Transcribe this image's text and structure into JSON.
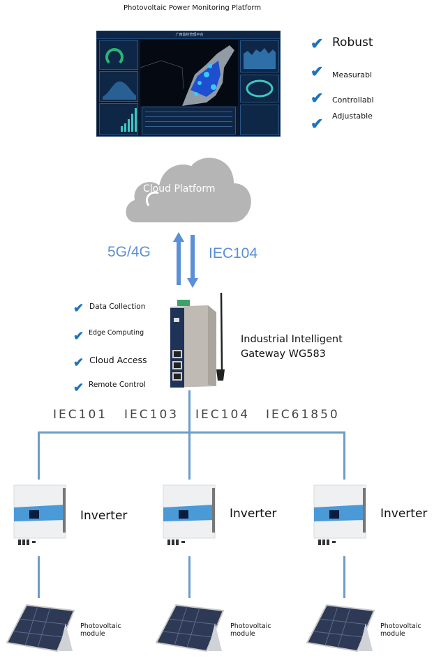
{
  "title": "Photovoltaic Power Monitoring Platform",
  "dashboard": {
    "header": "广西监控管理平台",
    "icon": "monitoring-dashboard-screenshot"
  },
  "features_top": [
    {
      "label": "Robust",
      "icon": "checkmark-icon"
    },
    {
      "label": "Measurabl",
      "icon": "checkmark-icon"
    },
    {
      "label": "Controllabl",
      "icon": "checkmark-icon"
    },
    {
      "label": "Adjustable",
      "icon": "checkmark-icon"
    }
  ],
  "cloud": {
    "label": "Cloud Platform",
    "icon": "cloud-icon"
  },
  "uplink": {
    "left_label": "5G/4G",
    "right_label": "IEC104",
    "icon": "bidirectional-arrow-icon"
  },
  "gateway_features": [
    {
      "label": "Data Collection",
      "icon": "checkmark-icon"
    },
    {
      "label": "Edge Computing",
      "icon": "checkmark-icon"
    },
    {
      "label": "Cloud Access",
      "icon": "checkmark-icon"
    },
    {
      "label": "Remote Control",
      "icon": "checkmark-icon"
    }
  ],
  "gateway": {
    "line1": "Industrial Intelligent",
    "line2": "Gateway WG583",
    "icon": "gateway-device-icon"
  },
  "protocols": [
    "IEC101",
    "IEC103",
    "IEC104",
    "IEC61850"
  ],
  "inverters": [
    {
      "label": "Inverter",
      "icon": "inverter-icon"
    },
    {
      "label": "Inverter",
      "icon": "inverter-icon"
    },
    {
      "label": "Inverter",
      "icon": "inverter-icon"
    }
  ],
  "modules": [
    {
      "line1": "Photovoltaic",
      "line2": "module",
      "icon": "solar-panel-icon"
    },
    {
      "line1": "Photovoltaic",
      "line2": "module",
      "icon": "solar-panel-icon"
    },
    {
      "line1": "Photovoltaic",
      "line2": "module",
      "icon": "solar-panel-icon"
    }
  ],
  "colors": {
    "accent_blue": "#1e73be",
    "link_blue": "#5b8fd6",
    "line_blue": "#6a9ccc",
    "cloud_gray": "#b5b5b5"
  }
}
